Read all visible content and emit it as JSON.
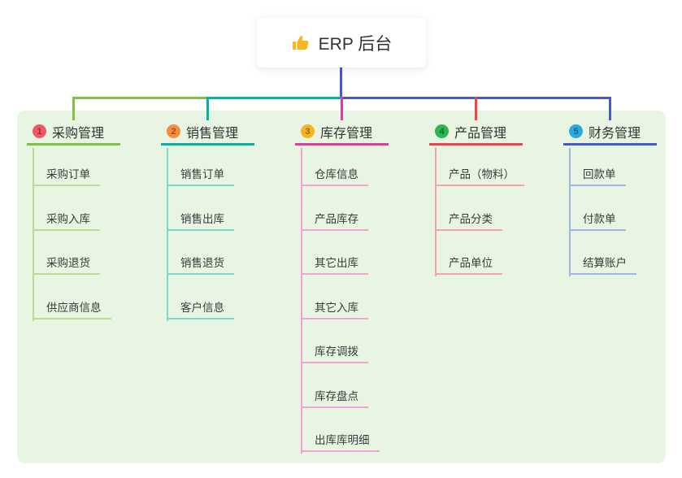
{
  "root": {
    "label": "ERP 后台",
    "icon": "thumbs-up",
    "icon_color": "#f6b821"
  },
  "colors": {
    "panel_bg": "#e9f5e3",
    "root_connector": "#4559d2",
    "text_dark": "#333333"
  },
  "branches": [
    {
      "badge": "1",
      "badge_color": "#f25862",
      "label": "采购管理",
      "color": "#7fc241",
      "light_color": "#b9dc92",
      "children": [
        "采购订单",
        "采购入库",
        "采购退货",
        "供应商信息"
      ]
    },
    {
      "badge": "2",
      "badge_color": "#fb8c3c",
      "label": "销售管理",
      "color": "#00b3a4",
      "light_color": "#82d7cc",
      "children": [
        "销售订单",
        "销售出库",
        "销售退货",
        "客户信息"
      ]
    },
    {
      "badge": "3",
      "badge_color": "#f8b41c",
      "label": "库存管理",
      "color": "#e5399d",
      "light_color": "#f2a2d4",
      "children": [
        "仓库信息",
        "产品库存",
        "其它出库",
        "其它入库",
        "库存调拨",
        "库存盘点",
        "出库库明细"
      ]
    },
    {
      "badge": "4",
      "badge_color": "#2db54f",
      "label": "产品管理",
      "color": "#f04448",
      "light_color": "#f7a3a6",
      "children": [
        "产品（物料）",
        "产品分类",
        "产品单位"
      ]
    },
    {
      "badge": "5",
      "badge_color": "#2ba9de",
      "label": "财务管理",
      "color": "#4559d2",
      "light_color": "#a4b4e6",
      "children": [
        "回款单",
        "付款单",
        "结算账户"
      ]
    }
  ]
}
